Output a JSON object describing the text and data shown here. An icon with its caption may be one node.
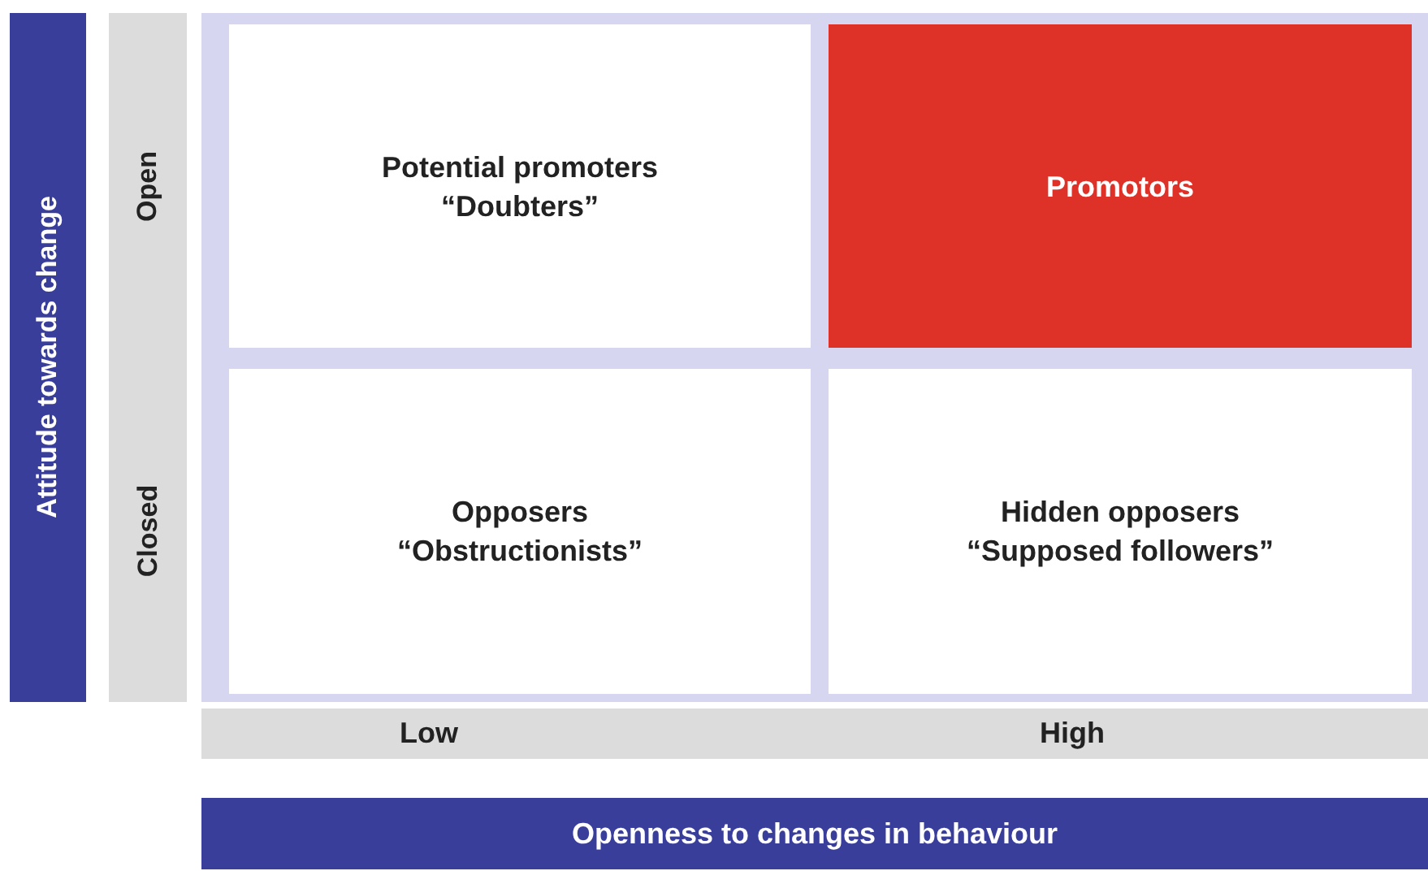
{
  "diagram": {
    "nodes": [
      {
        "text": [
          "Attitude towards change"
        ]
      },
      {
        "text": [
          "Open",
          "Closed"
        ]
      },
      {
        "text": [],
        "shape": "box"
      },
      {
        "text": [
          "Potential promoters",
          "“Doubters”"
        ],
        "in": 2
      },
      {
        "text": [
          "Promotors"
        ],
        "in": 2
      },
      {
        "text": [
          "Opposers",
          "“Obstructionists”"
        ],
        "in": 2
      },
      {
        "text": [
          "Hidden opposers",
          "“Supposed followers”"
        ],
        "in": 2
      },
      {
        "text": [
          "Low",
          "High"
        ]
      },
      {
        "text": [
          "Openness to changes in behaviour"
        ]
      }
    ]
  }
}
